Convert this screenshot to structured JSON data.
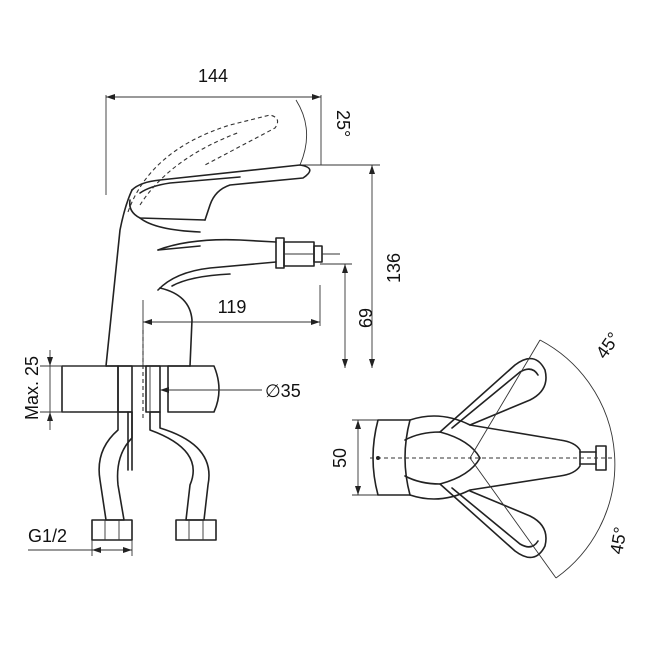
{
  "dimensions": {
    "width_total": "144",
    "lever_angle_top": "25°",
    "height_total": "136",
    "spout_reach": "119",
    "spout_height": "69",
    "hole_diameter": "∅35",
    "max_thickness": "Max. 25",
    "connection_thread": "G1/2",
    "body_width": "50",
    "lever_angle_right_top": "45°",
    "lever_angle_right_bottom": "45°"
  }
}
